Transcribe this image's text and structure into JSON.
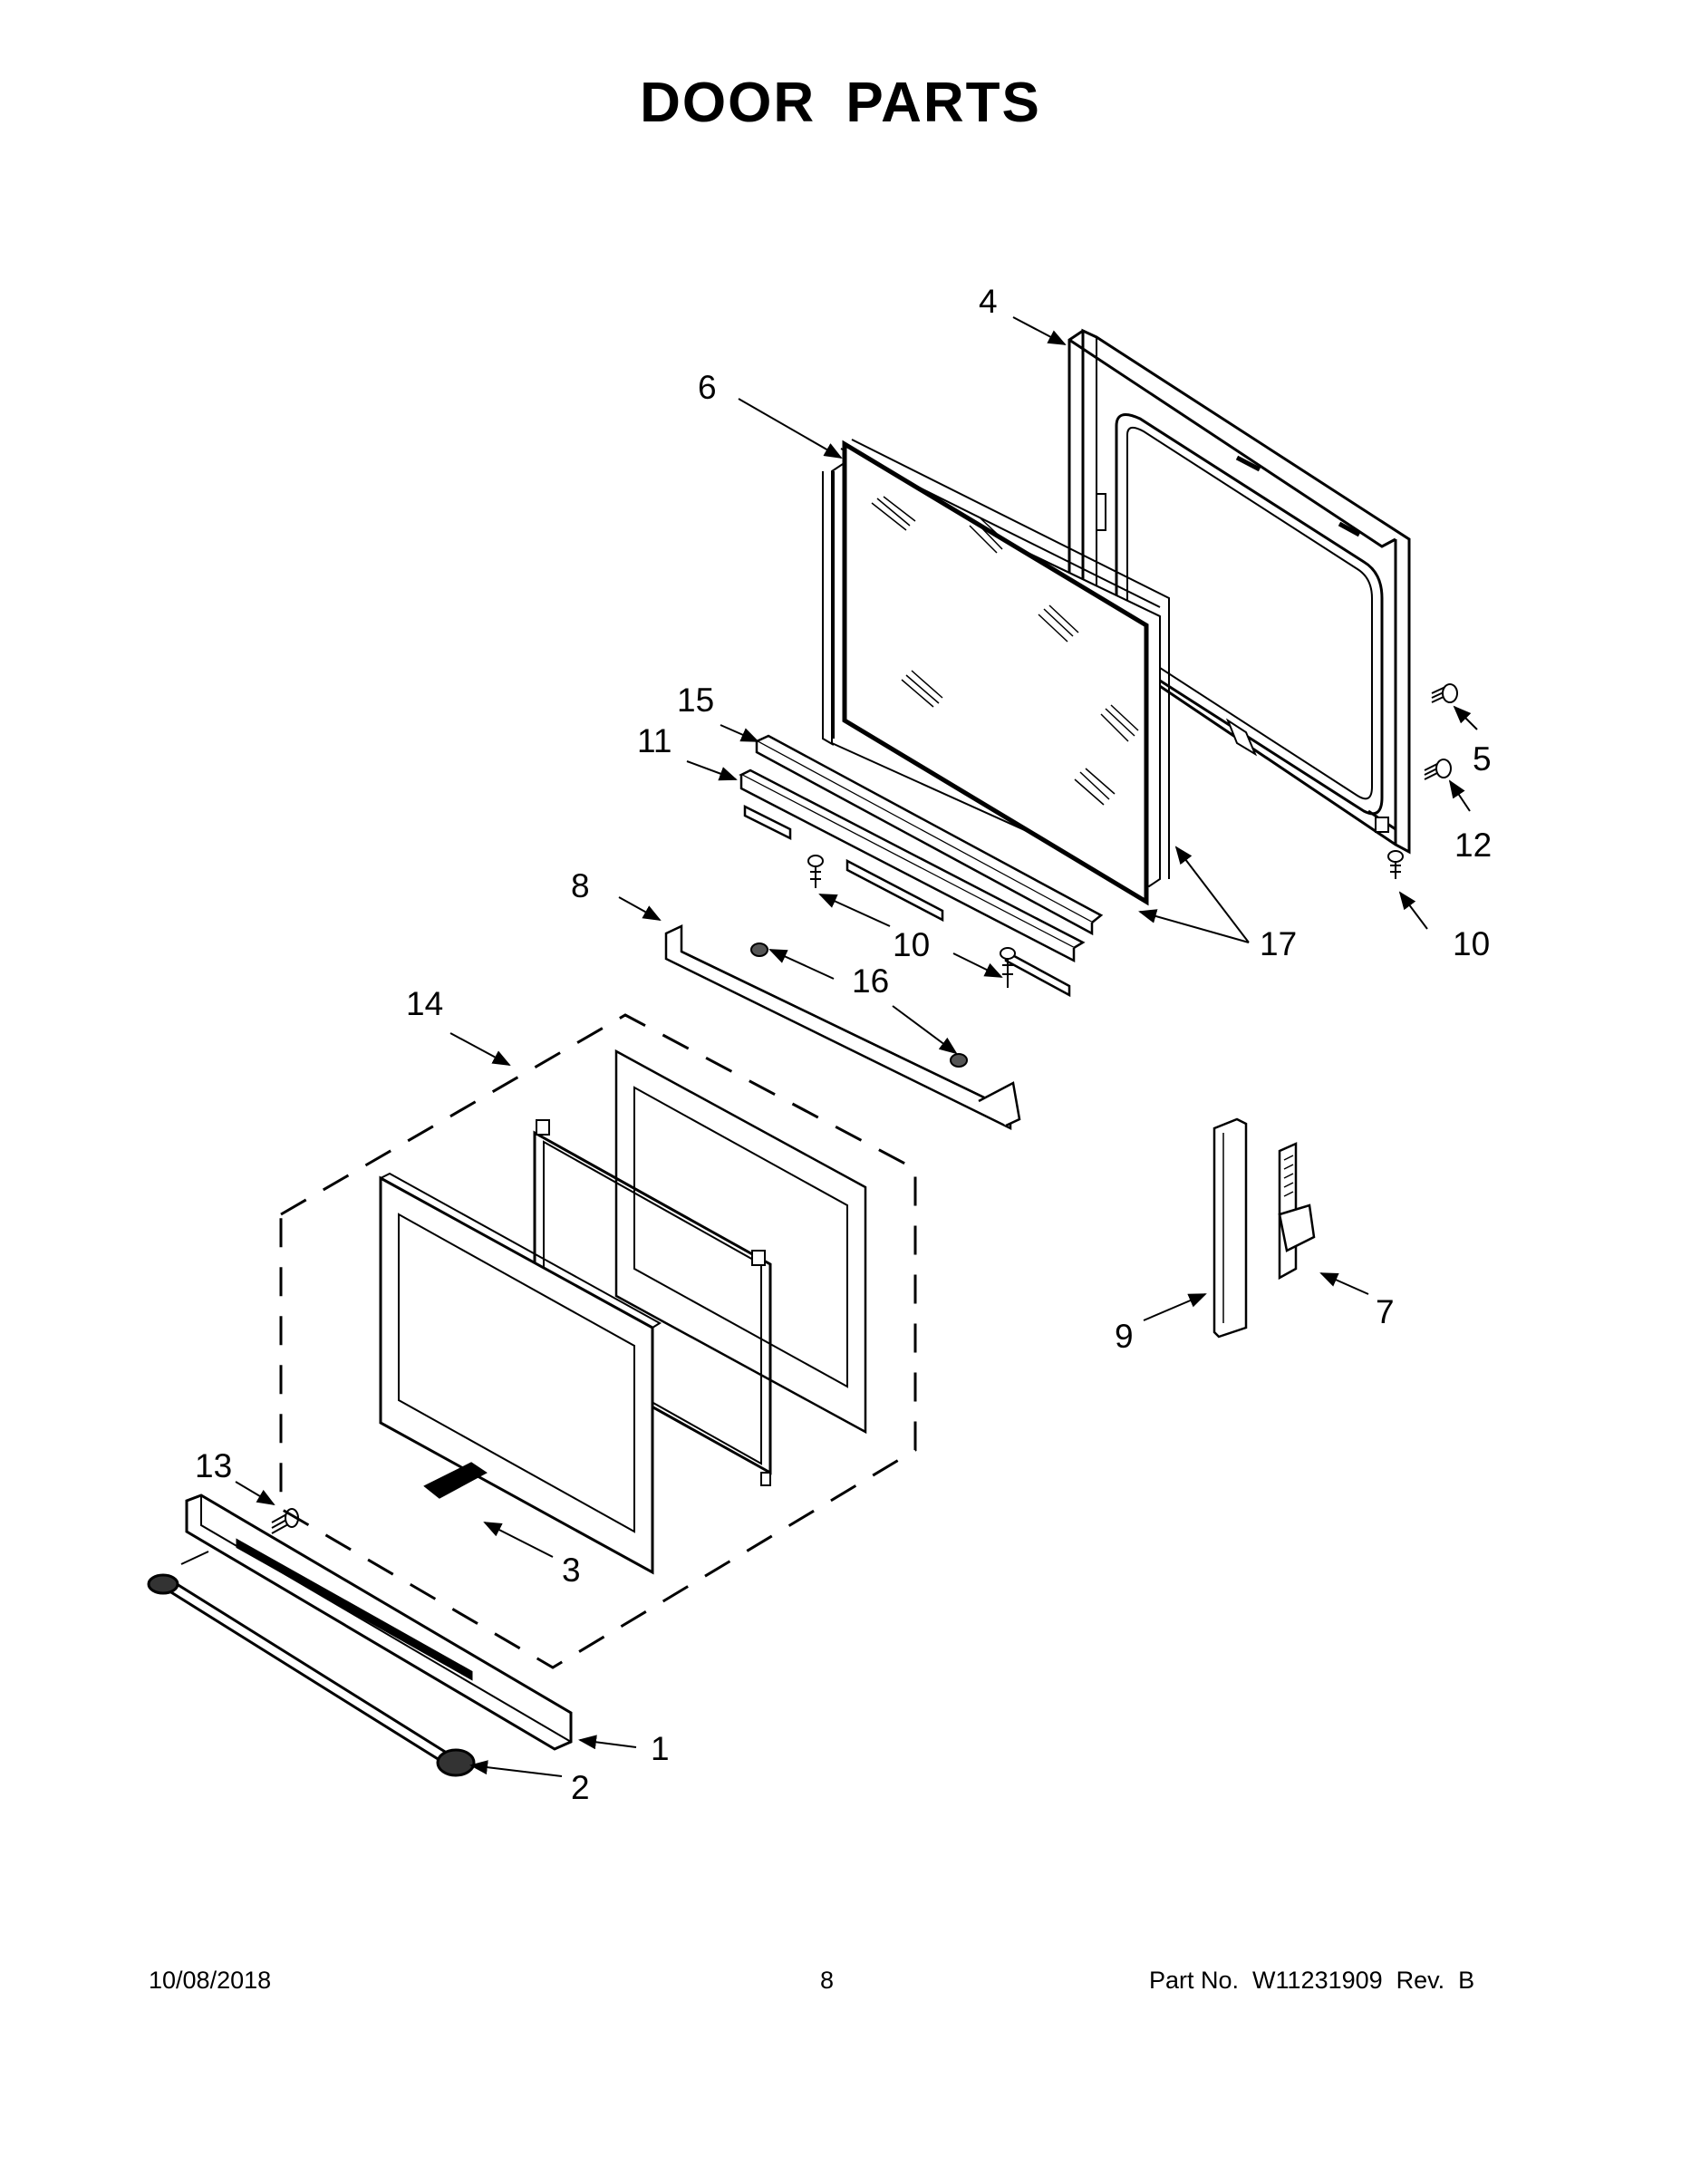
{
  "title": "DOOR PARTS",
  "footer": {
    "date": "10/08/2018",
    "page": "8",
    "part": "Part No.  W11231909  Rev.  B"
  },
  "callouts": {
    "c1": "1",
    "c2": "2",
    "c3": "3",
    "c4": "4",
    "c5": "5",
    "c6": "6",
    "c7": "7",
    "c8": "8",
    "c9": "9",
    "c10a": "10",
    "c10b": "10",
    "c11": "11",
    "c12": "12",
    "c13": "13",
    "c14": "14",
    "c15": "15",
    "c16": "16",
    "c17": "17"
  }
}
